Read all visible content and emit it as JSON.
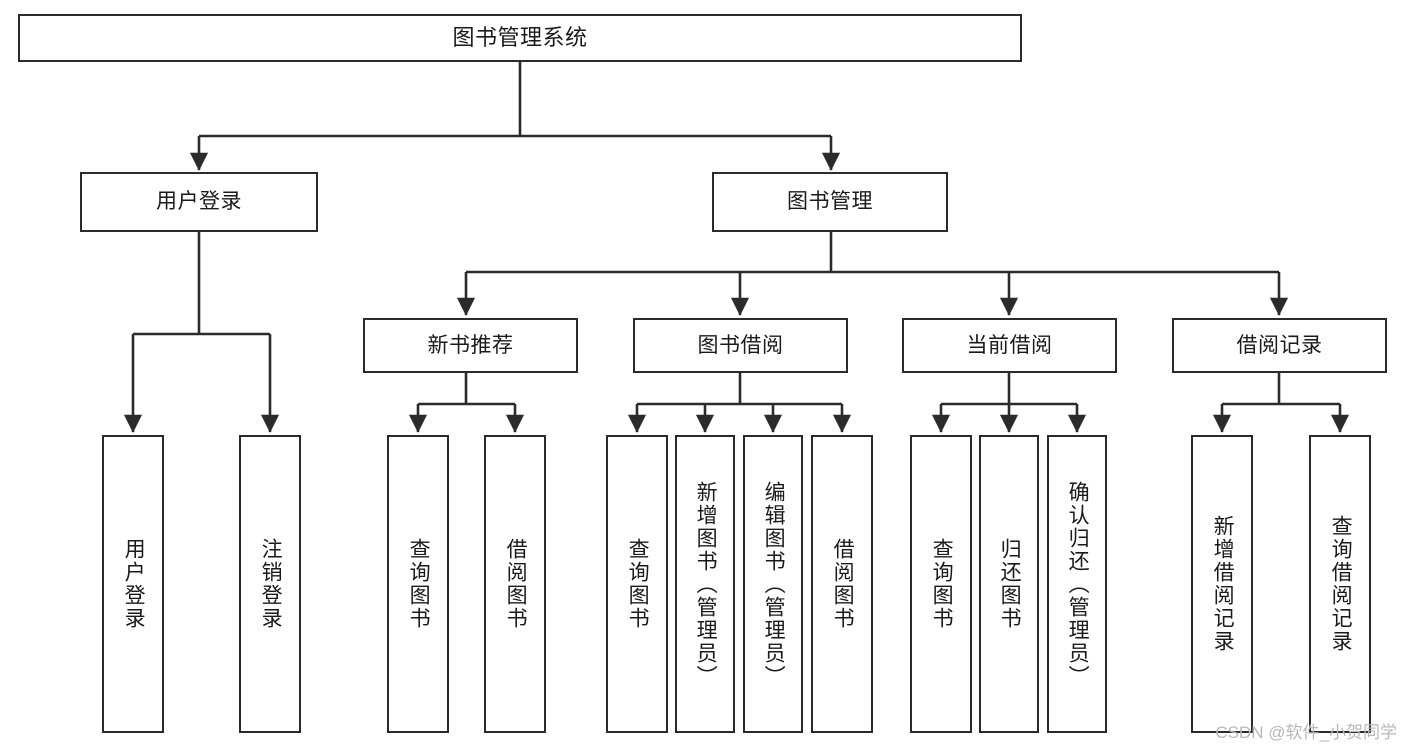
{
  "diagram": {
    "type": "tree",
    "title": "图书管理系统",
    "orientation": "top-down",
    "colors": {
      "node_border": "#2b2b2b",
      "node_fill": "#ffffff",
      "connector": "#2b2b2b",
      "text": "#1a1a1a",
      "watermark": "#b8b8b8",
      "background": "#ffffff"
    },
    "levels": {
      "level0": "root",
      "level1": "modules",
      "level2": "sub-modules",
      "level3": "functions"
    },
    "nodes": {
      "root": {
        "label": "图书管理系统",
        "orientation": "horizontal"
      },
      "user_login": {
        "label": "用户登录",
        "orientation": "horizontal"
      },
      "book_manage": {
        "label": "图书管理",
        "orientation": "horizontal"
      },
      "new_book_rec": {
        "label": "新书推荐",
        "orientation": "horizontal"
      },
      "book_borrow": {
        "label": "图书借阅",
        "orientation": "horizontal"
      },
      "current_borrow": {
        "label": "当前借阅",
        "orientation": "horizontal"
      },
      "borrow_record": {
        "label": "借阅记录",
        "orientation": "horizontal"
      },
      "leaf_user_login": {
        "label": "用户登录",
        "orientation": "vertical"
      },
      "leaf_logout": {
        "label": "注销登录",
        "orientation": "vertical"
      },
      "leaf_query_book_1": {
        "label": "查询图书",
        "orientation": "vertical"
      },
      "leaf_borrow_book_1": {
        "label": "借阅图书",
        "orientation": "vertical"
      },
      "leaf_query_book_2": {
        "label": "查询图书",
        "orientation": "vertical"
      },
      "leaf_add_book": {
        "label": "新增图书（管理员）",
        "orientation": "vertical"
      },
      "leaf_edit_book": {
        "label": "编辑图书（管理员）",
        "orientation": "vertical"
      },
      "leaf_borrow_book_2": {
        "label": "借阅图书",
        "orientation": "vertical"
      },
      "leaf_query_book_3": {
        "label": "查询图书",
        "orientation": "vertical"
      },
      "leaf_return_book": {
        "label": "归还图书",
        "orientation": "vertical"
      },
      "leaf_confirm_return": {
        "label": "确认归还（管理员）",
        "orientation": "vertical"
      },
      "leaf_add_record": {
        "label": "新增借阅记录",
        "orientation": "vertical"
      },
      "leaf_query_record": {
        "label": "查询借阅记录",
        "orientation": "vertical"
      }
    },
    "edges": [
      {
        "from": "root",
        "to": "user_login"
      },
      {
        "from": "root",
        "to": "book_manage"
      },
      {
        "from": "user_login",
        "to": "leaf_user_login"
      },
      {
        "from": "user_login",
        "to": "leaf_logout"
      },
      {
        "from": "book_manage",
        "to": "new_book_rec"
      },
      {
        "from": "book_manage",
        "to": "book_borrow"
      },
      {
        "from": "book_manage",
        "to": "current_borrow"
      },
      {
        "from": "book_manage",
        "to": "borrow_record"
      },
      {
        "from": "new_book_rec",
        "to": "leaf_query_book_1"
      },
      {
        "from": "new_book_rec",
        "to": "leaf_borrow_book_1"
      },
      {
        "from": "book_borrow",
        "to": "leaf_query_book_2"
      },
      {
        "from": "book_borrow",
        "to": "leaf_add_book"
      },
      {
        "from": "book_borrow",
        "to": "leaf_edit_book"
      },
      {
        "from": "book_borrow",
        "to": "leaf_borrow_book_2"
      },
      {
        "from": "current_borrow",
        "to": "leaf_query_book_3"
      },
      {
        "from": "current_borrow",
        "to": "leaf_return_book"
      },
      {
        "from": "current_borrow",
        "to": "leaf_confirm_return"
      },
      {
        "from": "borrow_record",
        "to": "leaf_add_record"
      },
      {
        "from": "borrow_record",
        "to": "leaf_query_record"
      }
    ]
  },
  "watermark": {
    "text": "CSDN @软件_小贺同学"
  }
}
